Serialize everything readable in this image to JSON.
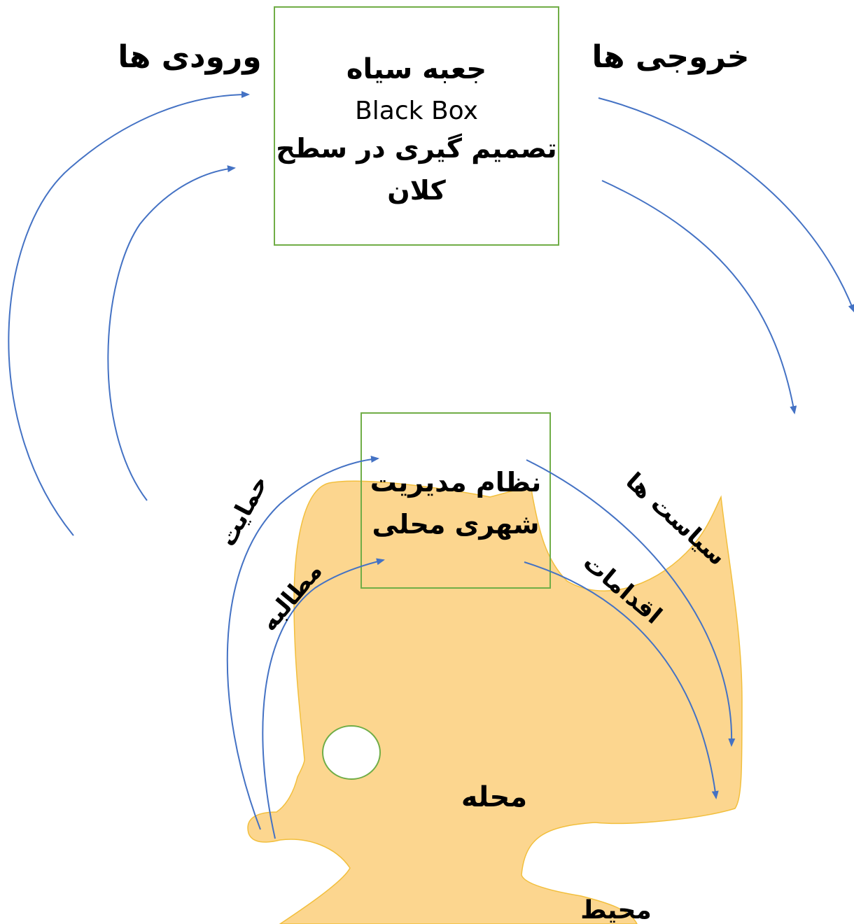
{
  "labels": {
    "inputs": "ورودی ها",
    "outputs": "خروجی ها",
    "black_box_title": "جعبه سیاه",
    "black_box_en": "Black Box",
    "black_box_line3": "تصمیم گیری در سطح",
    "black_box_line4": "کلان",
    "local_system_line1": "نظام مدیریت",
    "local_system_line2": "شهری محلی",
    "support": "حمایت",
    "demand": "مطالبه",
    "policies": "سیاست ها",
    "actions": "اقدامات",
    "neighborhood": "محله",
    "environment": "محیط"
  },
  "colors": {
    "box_border": "#70ad47",
    "arrow": "#4472c4",
    "neighborhood_fill": "#fcd68f",
    "neighborhood_stroke": "#f2bf3d",
    "text": "#000000"
  }
}
